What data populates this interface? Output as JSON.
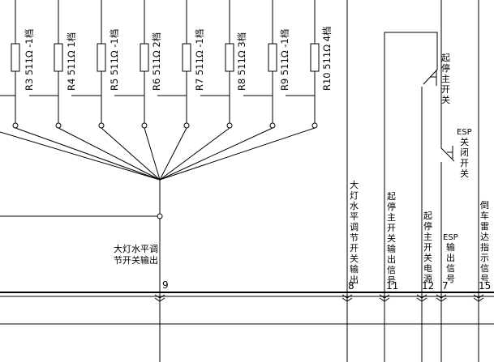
{
  "resistors": [
    {
      "id": "r3",
      "label": "R3 511Ω -1档"
    },
    {
      "id": "r4",
      "label": "R4 511Ω 1档"
    },
    {
      "id": "r5",
      "label": "R5 511Ω -1档"
    },
    {
      "id": "r6",
      "label": "R6 511Ω 2档"
    },
    {
      "id": "r7",
      "label": "R7 511Ω -1档"
    },
    {
      "id": "r8",
      "label": "R8 511Ω 3档"
    },
    {
      "id": "r9",
      "label": "R9 511Ω -1档"
    },
    {
      "id": "r10",
      "label": "R10 511Ω 4档"
    }
  ],
  "main_switch": {
    "chars": [
      "起",
      "停",
      "主",
      "开",
      "关"
    ]
  },
  "esp_switch": {
    "lines": [
      "ESP",
      "关",
      "闭",
      "开",
      "关"
    ]
  },
  "output": {
    "line1": "大灯水平调",
    "line2": "节开关输出",
    "pin": "9"
  },
  "pins": [
    {
      "id": "p8",
      "label_chars": [
        "大",
        "灯",
        "水",
        "平",
        "调",
        "节",
        "开",
        "关",
        "输",
        "出"
      ],
      "pin": "8"
    },
    {
      "id": "p11",
      "label_chars": [
        "起",
        "停",
        "主",
        "开",
        "关",
        "输",
        "出",
        "信",
        "号"
      ],
      "pin": "11"
    },
    {
      "id": "p12",
      "label_chars": [
        "起",
        "停",
        "主",
        "开",
        "关",
        "电",
        "源"
      ],
      "pin": "12"
    },
    {
      "id": "p7",
      "label_chars": [
        "ESP",
        "输",
        "出",
        "信",
        "号"
      ],
      "pin": "7"
    },
    {
      "id": "p15",
      "label_chars": [
        "倒",
        "车",
        "雷",
        "达",
        "指",
        "示",
        "信",
        "号"
      ],
      "pin": "15"
    }
  ]
}
